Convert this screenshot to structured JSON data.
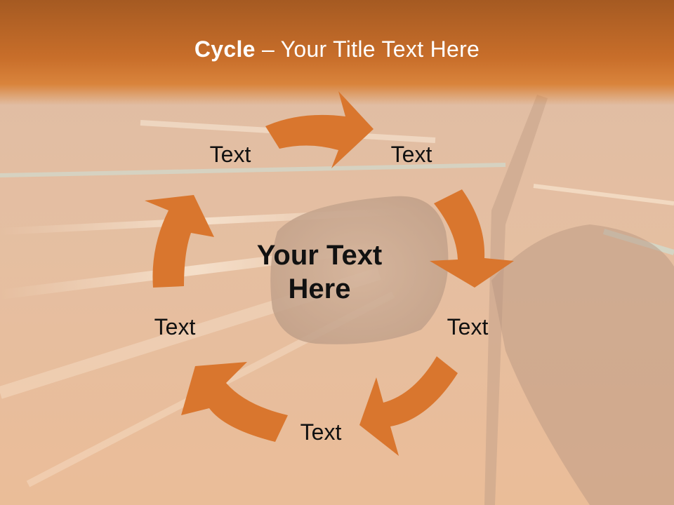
{
  "title": {
    "strong": "Cycle",
    "rest": " – Your Title Text Here"
  },
  "center": {
    "line1": "Your Text",
    "line2": "Here"
  },
  "labels": [
    "Text",
    "Text",
    "Text",
    "Text",
    "Text"
  ],
  "colors": {
    "accent": "#d9762e",
    "title_band": "#c86e2a",
    "text": "#111111"
  }
}
